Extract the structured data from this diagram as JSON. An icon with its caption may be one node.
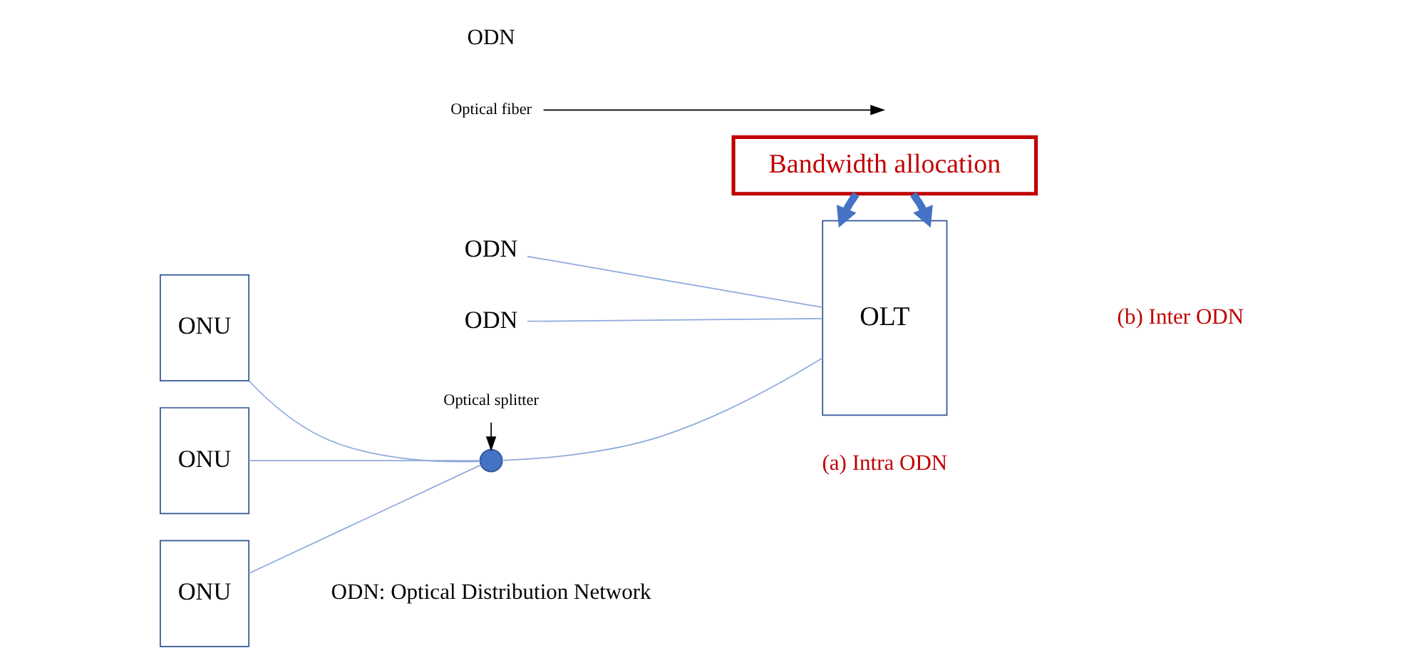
{
  "diagram": {
    "nodes": [
      {
        "text": [
          "ONU"
        ]
      },
      {
        "text": [
          "ONU"
        ]
      },
      {
        "text": [
          "ONU"
        ]
      },
      {
        "text": [
          "Optical splitter"
        ]
      },
      {
        "text": [],
        "shape": "circle"
      },
      {
        "text": [
          "ODN"
        ]
      },
      {
        "text": [
          "OLT"
        ]
      },
      {
        "text": [
          "ODN"
        ]
      },
      {
        "text": [
          "Optical fiber"
        ]
      },
      {
        "text": [
          "Bandwidth allocation"
        ]
      }
    ],
    "edges": [
      {
        "from": 0,
        "to": 4,
        "arrow": "none"
      },
      {
        "from": 1,
        "to": 4,
        "arrow": "none"
      },
      {
        "from": 2,
        "to": 4,
        "arrow": "none"
      },
      {
        "from": 4,
        "to": 6,
        "arrow": "none"
      },
      {
        "from": 3,
        "to": 4,
        "arrow": "to",
        "color": "#000000"
      },
      {
        "from": 8,
        "to": null,
        "arrow": "to",
        "color": "#000000"
      },
      {
        "from": 5,
        "to": 6,
        "arrow": "none"
      },
      {
        "from": 7,
        "to": 6,
        "arrow": "none"
      },
      {
        "from": 9,
        "to": 6,
        "arrow": "to",
        "style": "thick",
        "color": "#4472c4"
      },
      {
        "from": 9,
        "to": 6,
        "arrow": "to",
        "style": "thick",
        "color": "#4472c4"
      }
    ],
    "labels": [
      "ODN",
      "(a) Intra ODN",
      "(b) Inter ODN",
      "ODN: Optical Distribution Network"
    ]
  }
}
